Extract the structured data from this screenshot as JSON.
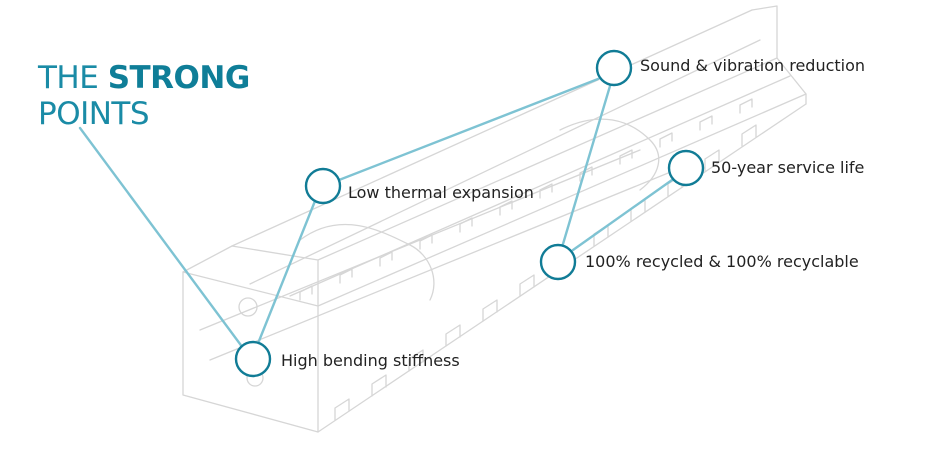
{
  "title": {
    "prefix": "THE",
    "strong": "STRONG",
    "second_line": "POINTS"
  },
  "callouts": [
    {
      "id": "sound",
      "label": "Sound & vibration reduction"
    },
    {
      "id": "service",
      "label": "50-year service life"
    },
    {
      "id": "thermal",
      "label": "Low thermal expansion"
    },
    {
      "id": "recycled",
      "label": "100% recycled & 100% recyclable"
    },
    {
      "id": "bending",
      "label": "High bending stiffness"
    }
  ],
  "colors": {
    "accent": "#1a8ba6",
    "marker_ring": "#117c96",
    "leader_line": "#7ec3d3",
    "outline": "#d4d4d4",
    "label_text": "#222222"
  }
}
